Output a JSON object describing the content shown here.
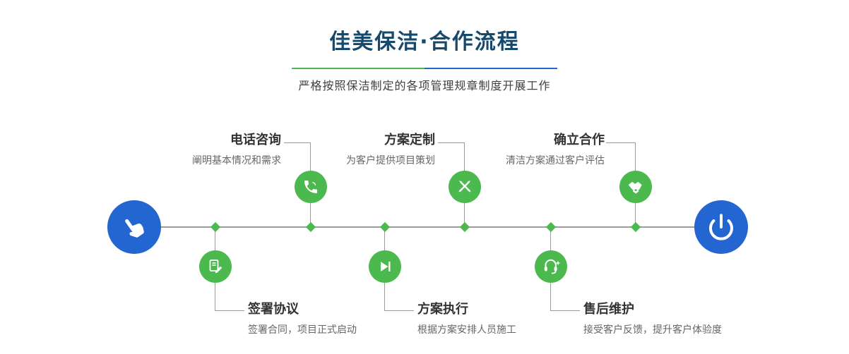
{
  "header": {
    "title": "佳美保洁·合作流程",
    "subtitle": "严格按照保洁制定的各项管理规章制度开展工作"
  },
  "colors": {
    "green": "#4cb94f",
    "blue": "#2466d1",
    "navy": "#17496d",
    "line": "#9b9b9b",
    "text": "#333333",
    "muted": "#666666"
  },
  "timeline": {
    "start_icon": "hand-pointer-icon",
    "end_icon": "power-icon"
  },
  "steps_top": [
    {
      "title": "电话咨询",
      "desc": "阐明基本情况和需求",
      "icon": "phone-icon"
    },
    {
      "title": "方案定制",
      "desc": "为客户提供项目策划",
      "icon": "design-icon"
    },
    {
      "title": "确立合作",
      "desc": "清洁方案通过客户评估",
      "icon": "handshake-icon"
    }
  ],
  "steps_bottom": [
    {
      "title": "签署协议",
      "desc": "签署合同，项目正式启动",
      "icon": "contract-icon"
    },
    {
      "title": "方案执行",
      "desc": "根据方案安排人员施工",
      "icon": "play-icon"
    },
    {
      "title": "售后维护",
      "desc": "接受客户反馈，提升客户体验度",
      "icon": "headset-icon"
    }
  ]
}
